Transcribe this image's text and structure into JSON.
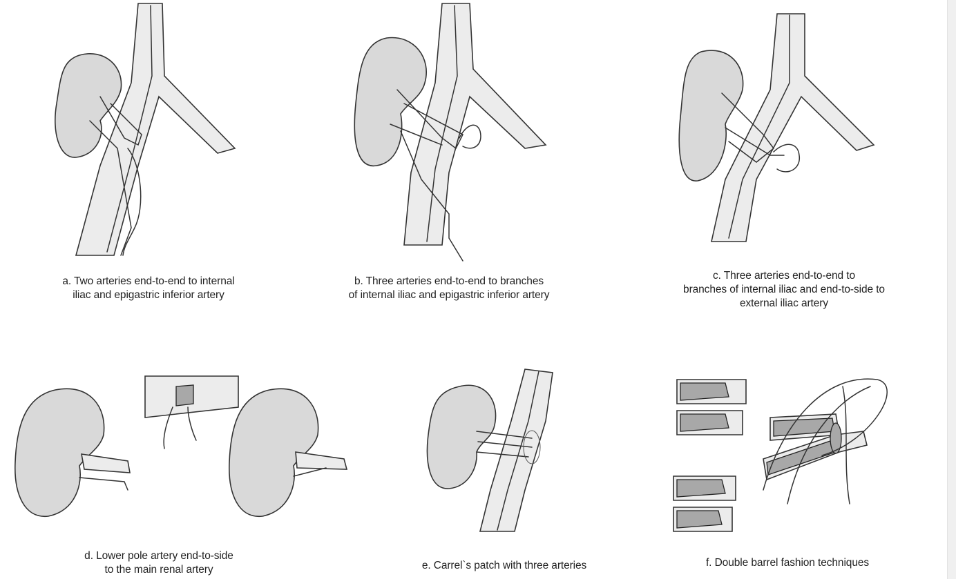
{
  "figure": {
    "panels": [
      {
        "id": "a",
        "caption_lines": [
          "a. Two arteries end-to-end to internal",
          "iliac and epigastric inferior artery"
        ]
      },
      {
        "id": "b",
        "caption_lines": [
          "b. Three arteries end-to-end to branches",
          "of internal iliac and epigastric inferior artery"
        ]
      },
      {
        "id": "c",
        "caption_lines": [
          "c. Three arteries end-to-end to",
          "branches of internal iliac and end-to-side to",
          "external iliac artery"
        ]
      },
      {
        "id": "d",
        "caption_lines": [
          "d. Lower pole artery end-to-side",
          "to the main renal artery"
        ]
      },
      {
        "id": "e",
        "caption_lines": [
          "e. Carrel`s patch with three arteries"
        ]
      },
      {
        "id": "f",
        "caption_lines": [
          "f. Double barrel fashion techniques"
        ]
      }
    ]
  },
  "colors": {
    "ink": "#333333",
    "kidney_fill": "#d9d9d9",
    "vessel_fill": "#ececec",
    "background": "#ffffff"
  }
}
